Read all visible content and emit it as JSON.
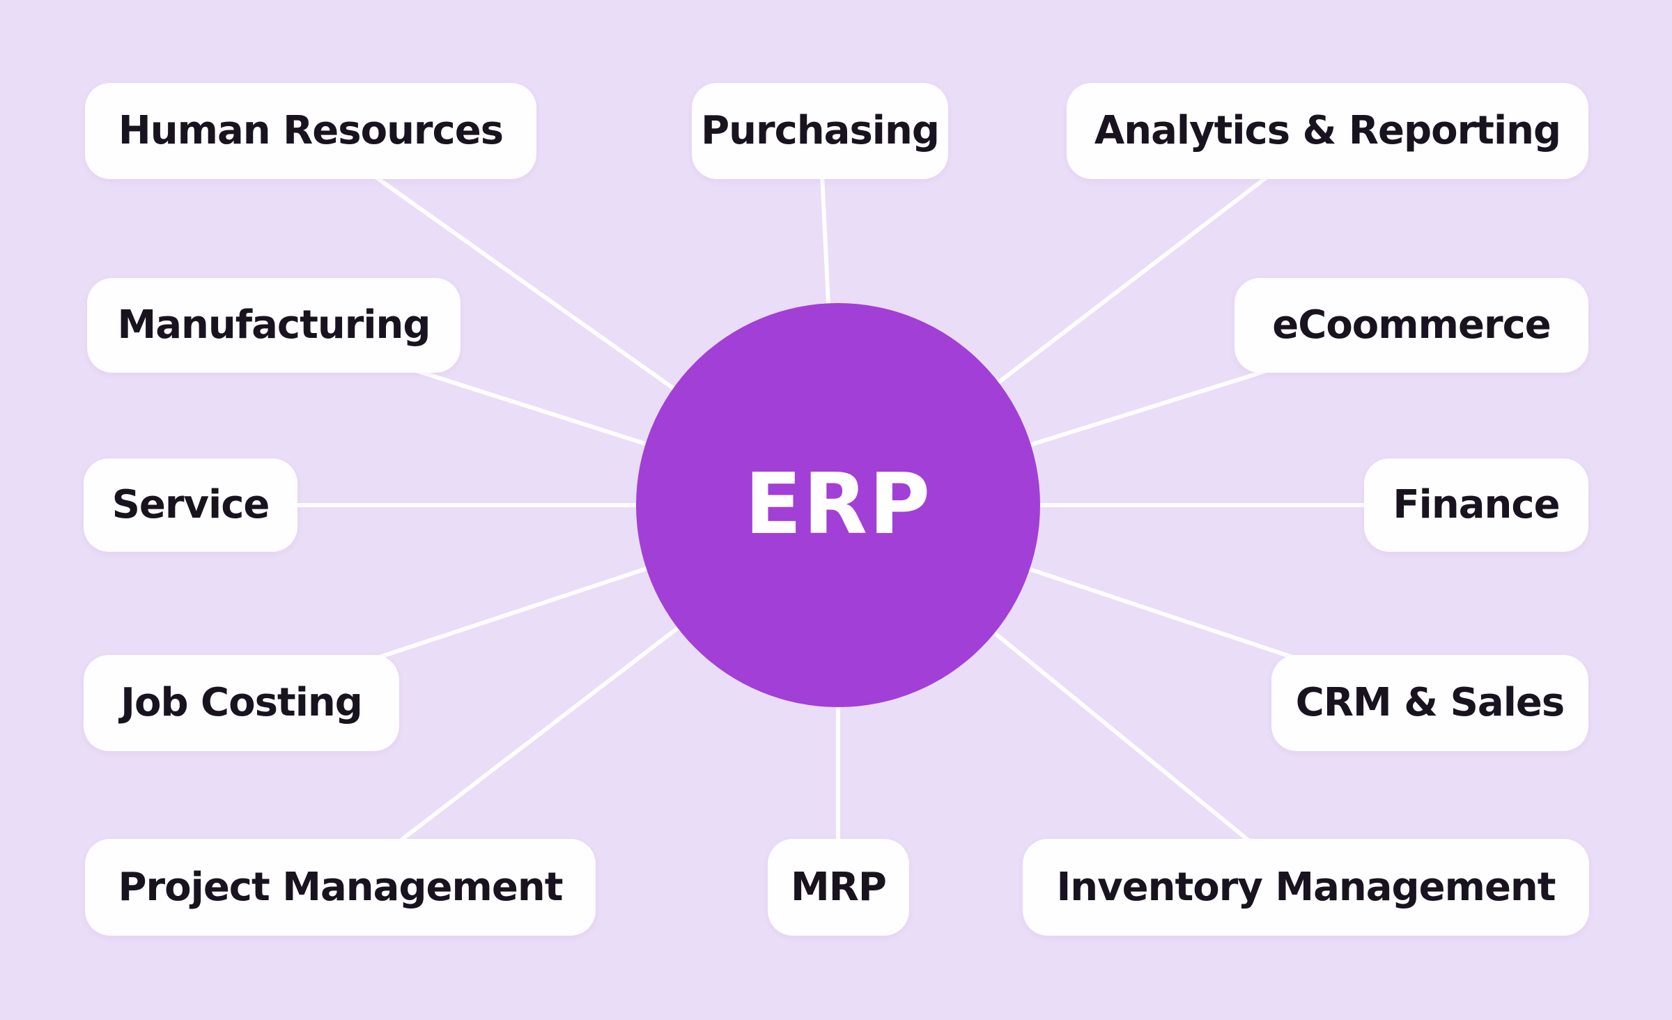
{
  "diagram": {
    "center_label": "ERP",
    "nodes": [
      {
        "label": "Human Resources"
      },
      {
        "label": "Purchasing"
      },
      {
        "label": "Analytics & Reporting"
      },
      {
        "label": "Manufacturing"
      },
      {
        "label": "eCoommerce"
      },
      {
        "label": "Service"
      },
      {
        "label": "Finance"
      },
      {
        "label": "Job Costing"
      },
      {
        "label": "CRM & Sales"
      },
      {
        "label": "Project Management"
      },
      {
        "label": "MRP"
      },
      {
        "label": "Inventory Management"
      }
    ]
  },
  "colors": {
    "background": "#EADDF7",
    "card_background": "#FEFDFF",
    "card_text": "#18131F",
    "hub_fill": "#A23FD6",
    "hub_text": "#FFFFFF",
    "connector": "#FFFFFF"
  }
}
